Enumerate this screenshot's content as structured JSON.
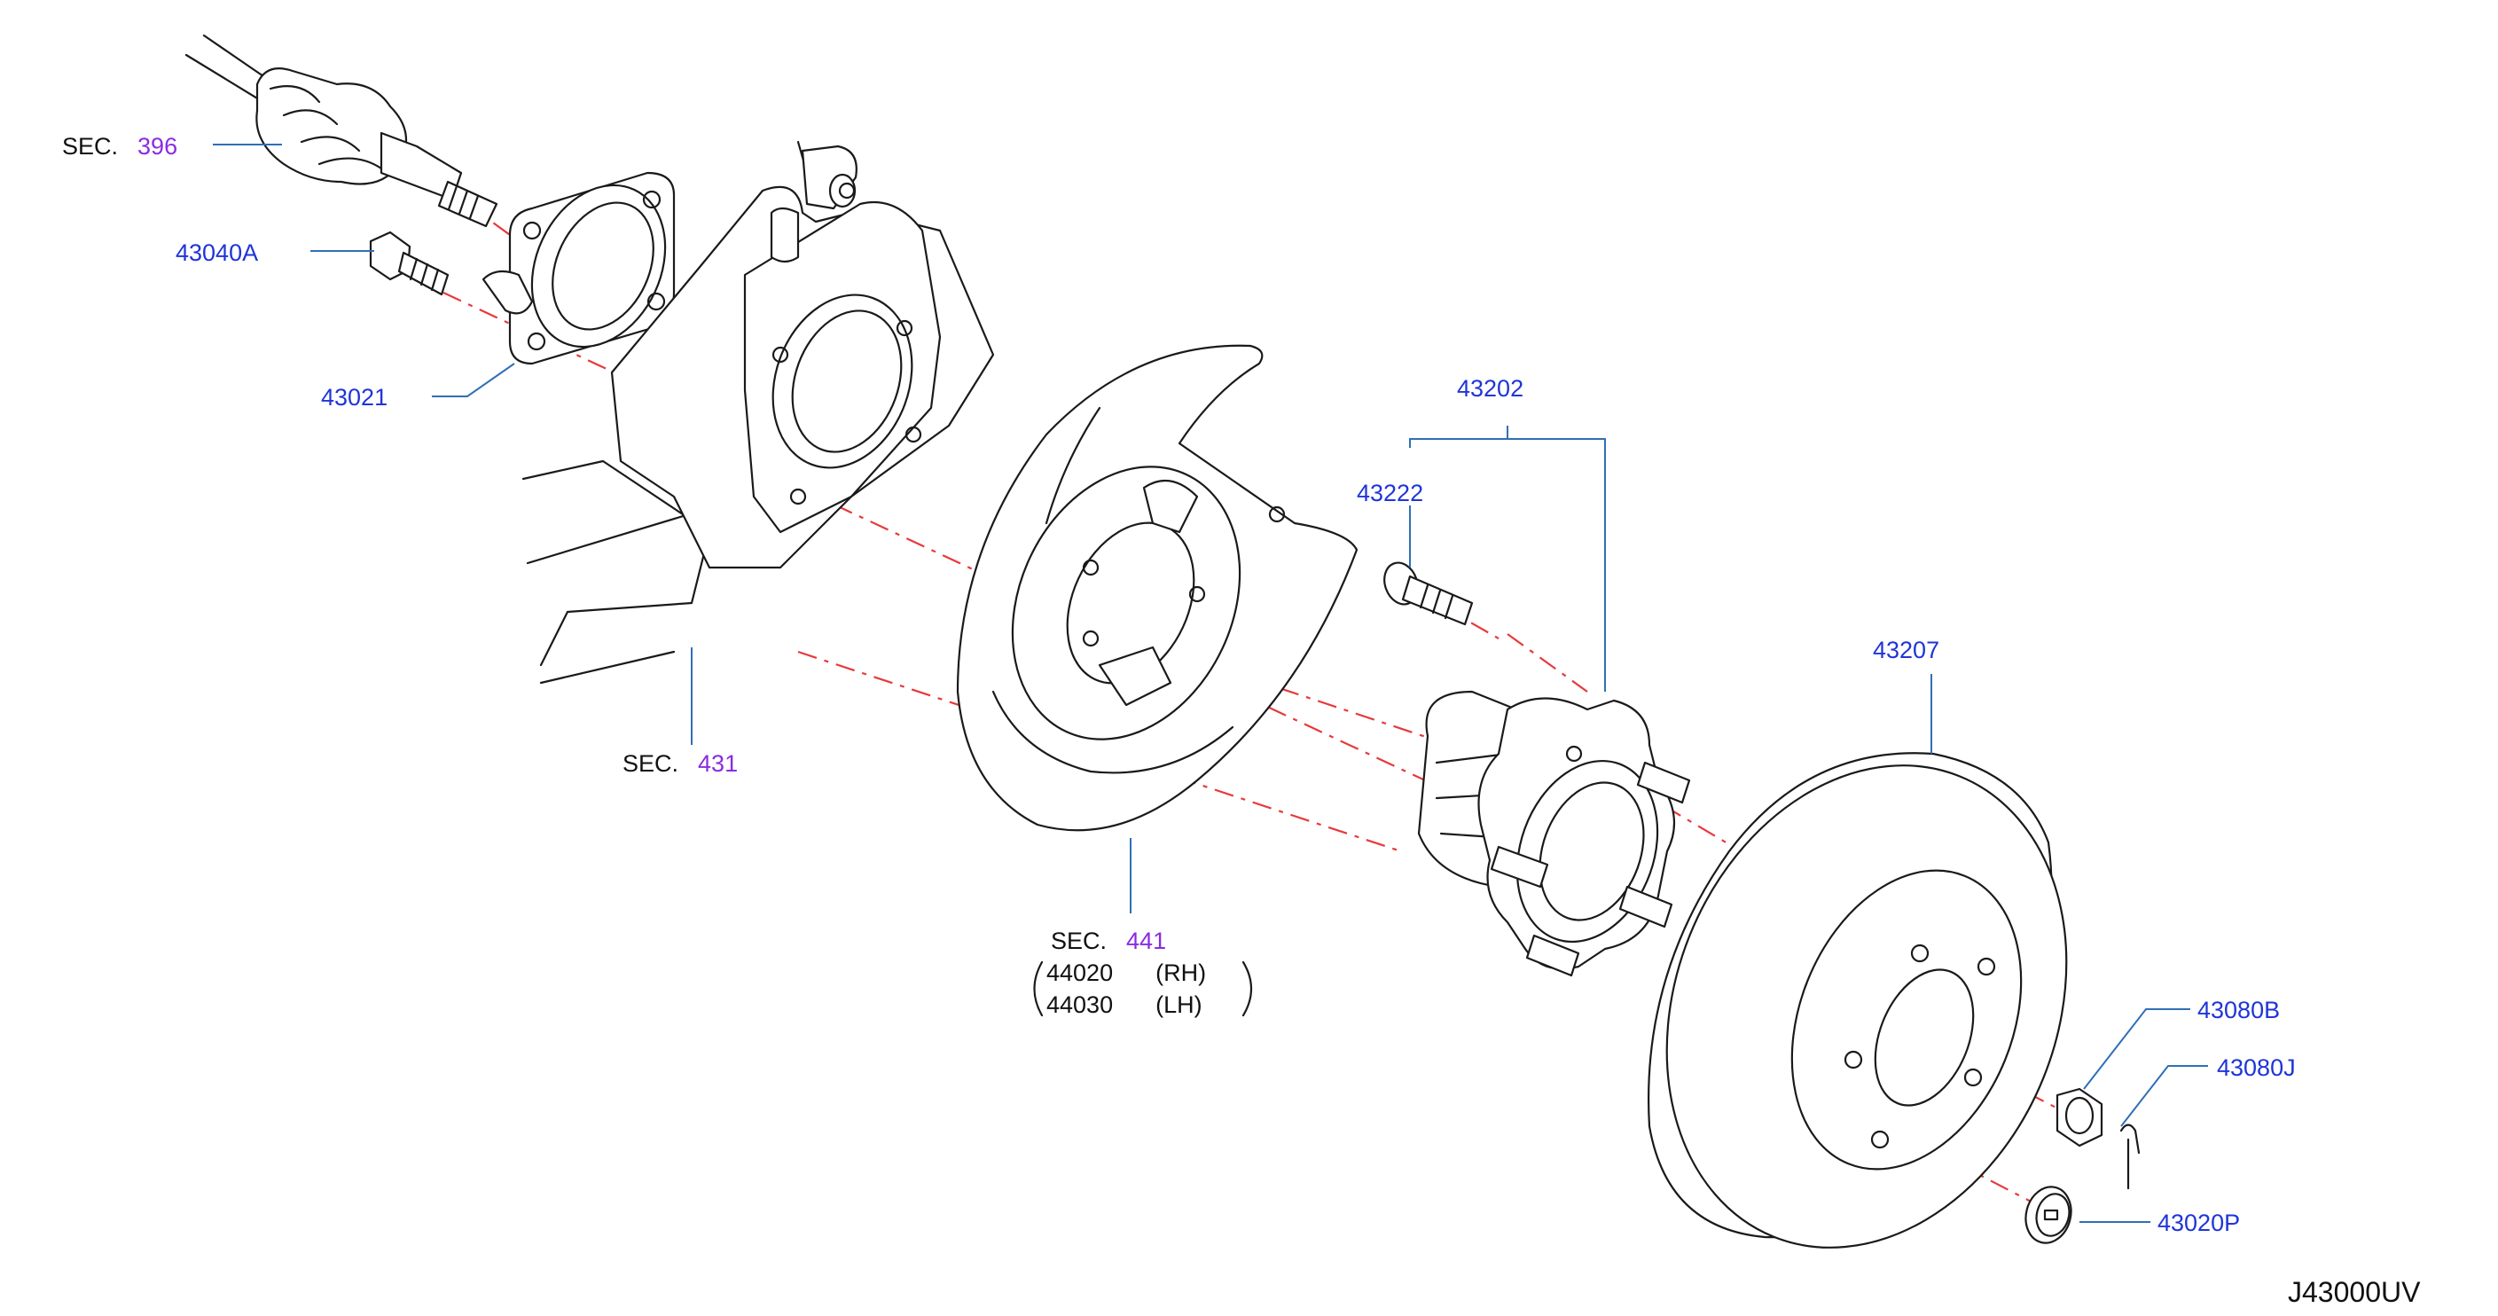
{
  "labels": {
    "sec396": {
      "prefix": "SEC.",
      "num": "396"
    },
    "sec431": {
      "prefix": "SEC.",
      "num": "431"
    },
    "sec441": {
      "prefix": "SEC.",
      "num": "441"
    },
    "p43040A": "43040A",
    "p43021": "43021",
    "p43202": "43202",
    "p43222": "43222",
    "p43207": "43207",
    "p43080B": "43080B",
    "p43080J": "43080J",
    "p43020P": "43020P",
    "sub44020": {
      "num": "44020",
      "side": "(RH)"
    },
    "sub44030": {
      "num": "44030",
      "side": "(LH)"
    },
    "diagram_id": "J43000UV"
  },
  "colors": {
    "part_number": "#1f35d8",
    "section_number": "#8a2be2",
    "leader": "#2f6fb6",
    "centerline": "#e8383b",
    "outline": "#1a1a1a"
  }
}
